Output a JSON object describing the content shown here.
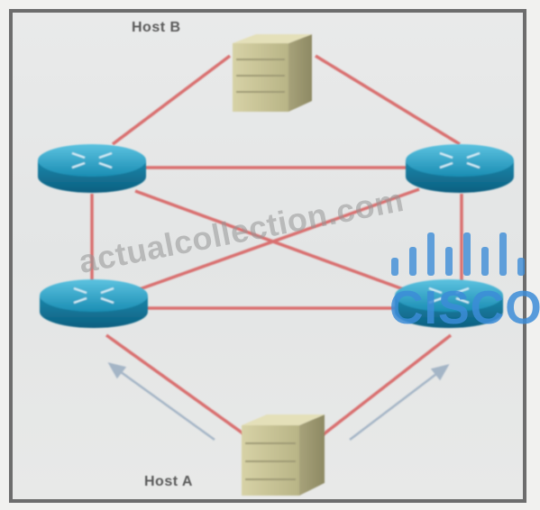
{
  "nodes": {
    "host_b": {
      "label": "Host B"
    },
    "host_a": {
      "label": "Host A"
    }
  },
  "watermark": {
    "text": "actualcollection.com",
    "logo_word": "CISCO"
  },
  "colors": {
    "link": "#d9706f",
    "router_body": "#1c8cb0",
    "router_top": "#2aa6cc",
    "server": "#c8c39a",
    "arrow": "#9fb2c7",
    "watermark_logo": "#3c8cd7"
  },
  "icons": [
    "server-icon",
    "router-icon",
    "arrow-icon"
  ]
}
